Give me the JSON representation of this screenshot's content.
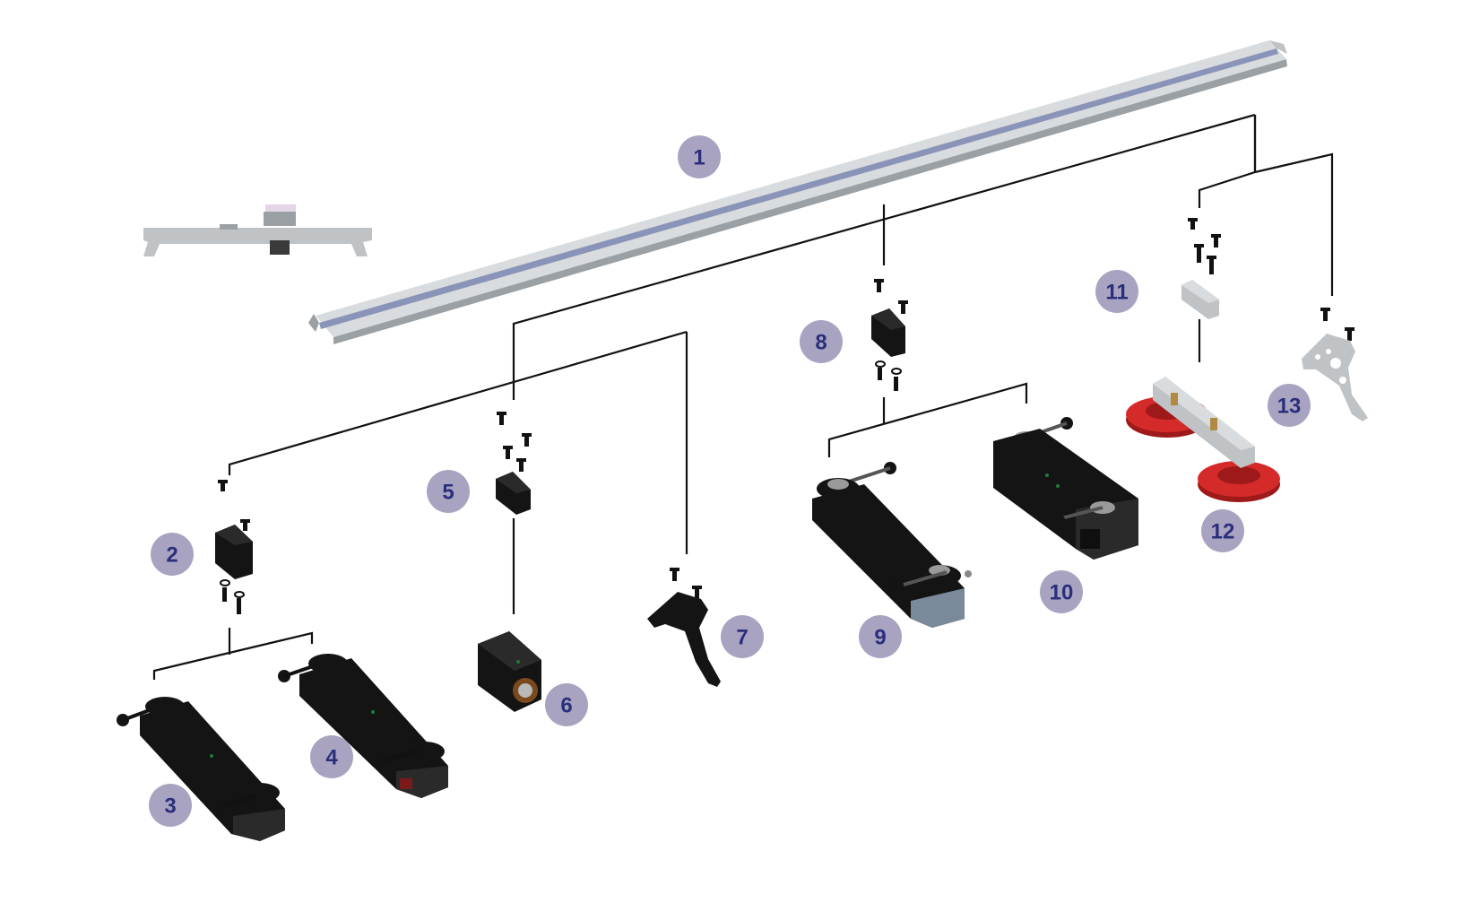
{
  "diagram": {
    "callouts": [
      {
        "id": "1",
        "label": "1"
      },
      {
        "id": "2",
        "label": "2"
      },
      {
        "id": "3",
        "label": "3"
      },
      {
        "id": "4",
        "label": "4"
      },
      {
        "id": "5",
        "label": "5"
      },
      {
        "id": "6",
        "label": "6"
      },
      {
        "id": "7",
        "label": "7"
      },
      {
        "id": "8",
        "label": "8"
      },
      {
        "id": "9",
        "label": "9"
      },
      {
        "id": "10",
        "label": "10"
      },
      {
        "id": "11",
        "label": "11"
      },
      {
        "id": "12",
        "label": "12"
      },
      {
        "id": "13",
        "label": "13"
      }
    ],
    "colors": {
      "callout_fill": "#a9a3c2",
      "callout_text": "#2b2f7a",
      "rail": "#bfc3c6",
      "rail_stripe": "#8a93b8",
      "part_black": "#141414",
      "suction_cup_red": "#d42a2a"
    },
    "parts": [
      {
        "icon": "aluminum-rail"
      },
      {
        "icon": "rail-profile-section"
      },
      {
        "icon": "adapter-block"
      },
      {
        "icon": "clamp-arm"
      },
      {
        "icon": "clamp-arm"
      },
      {
        "icon": "adapter-block"
      },
      {
        "icon": "cube-mount"
      },
      {
        "icon": "bracket"
      },
      {
        "icon": "adapter-block"
      },
      {
        "icon": "double-clamp-arm"
      },
      {
        "icon": "slide-clamp"
      },
      {
        "icon": "adapter-block"
      },
      {
        "icon": "suction-cup-bar"
      },
      {
        "icon": "perforated-bracket"
      }
    ]
  }
}
